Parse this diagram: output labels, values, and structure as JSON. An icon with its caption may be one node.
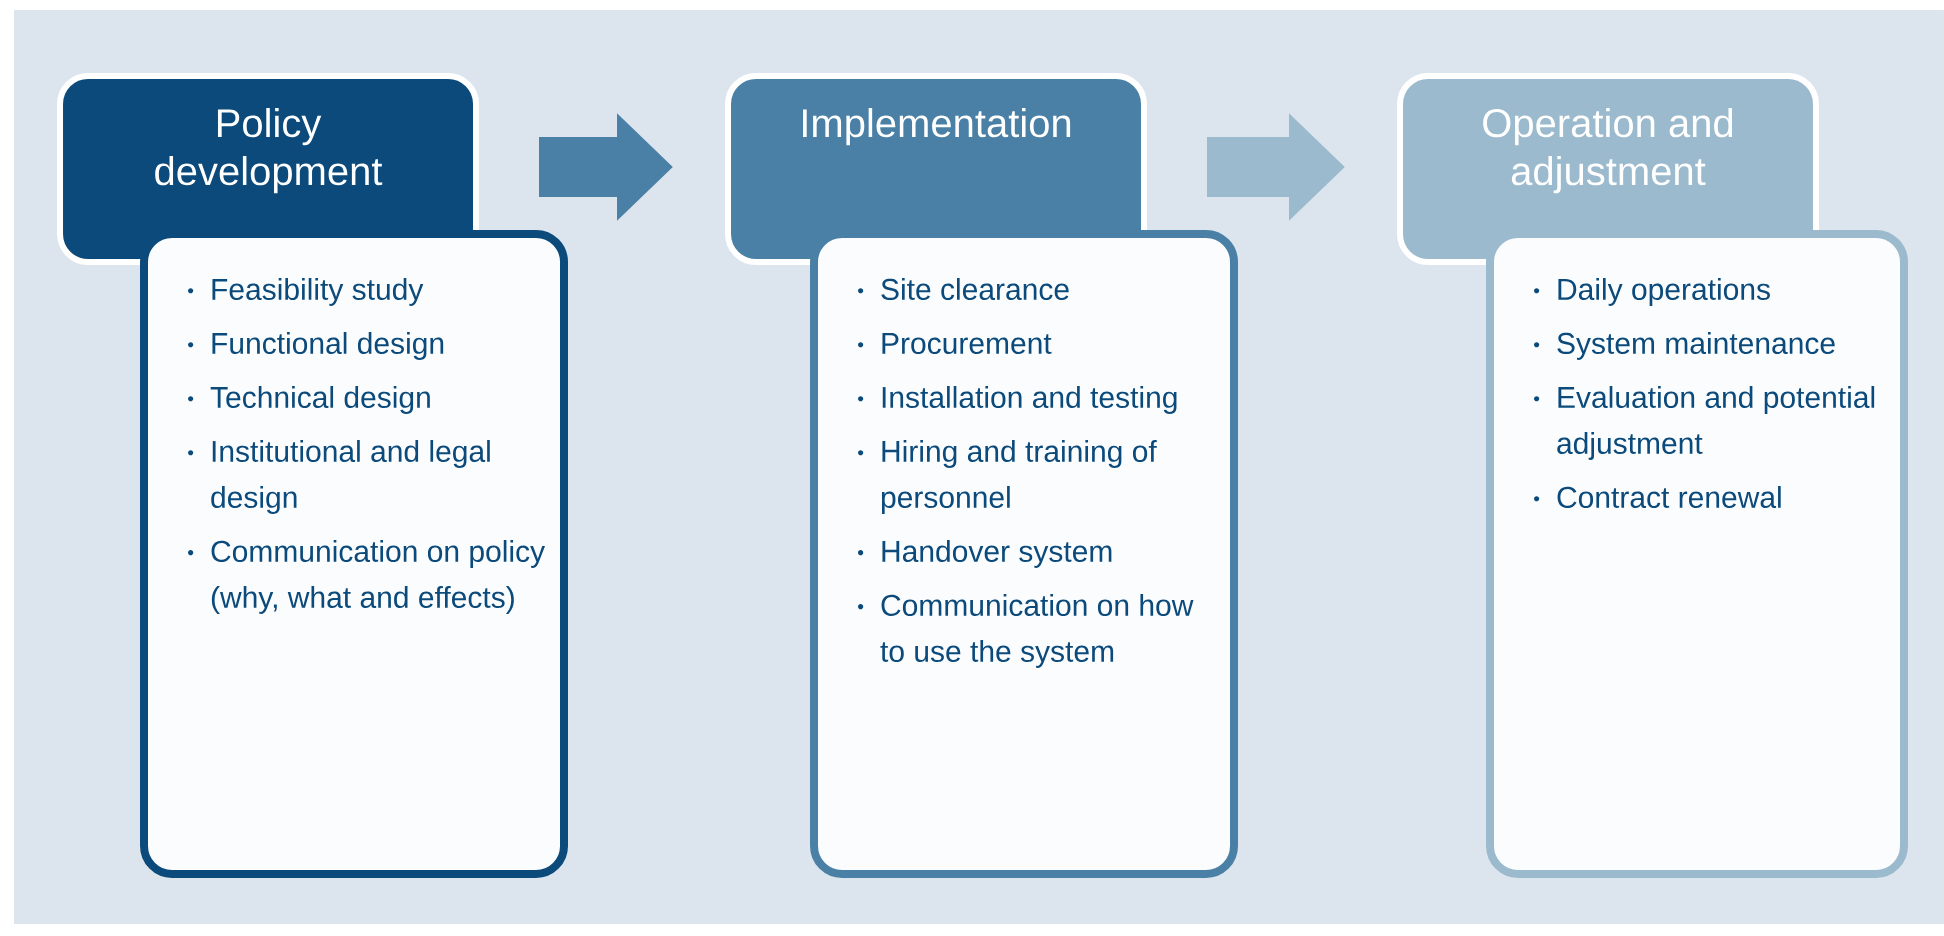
{
  "diagram": {
    "nodes": [
      {
        "text": [
          "Policy development"
        ]
      },
      {
        "text": [
          "Feasibility study",
          "Functional design",
          "Technical design",
          "Institutional and legal design",
          "Communication on policy (why, what and effects)"
        ]
      },
      {
        "text": [
          "Implementation"
        ]
      },
      {
        "text": [
          "Site clearance",
          "Procurement",
          "Installation and testing",
          "Hiring and training of personnel",
          "Handover system",
          "Communication on how to use the system"
        ]
      },
      {
        "text": [
          "Operation and adjustment"
        ]
      },
      {
        "text": [
          "Daily operations",
          "System maintenance",
          "Evaluation and potential adjustment",
          "Contract renewal"
        ]
      }
    ],
    "edges": [
      {
        "from": 0,
        "to": 2,
        "arrow": "to",
        "color": "#4a80a5"
      },
      {
        "from": 2,
        "to": 4,
        "arrow": "to",
        "color": "#9bbacd"
      }
    ]
  }
}
